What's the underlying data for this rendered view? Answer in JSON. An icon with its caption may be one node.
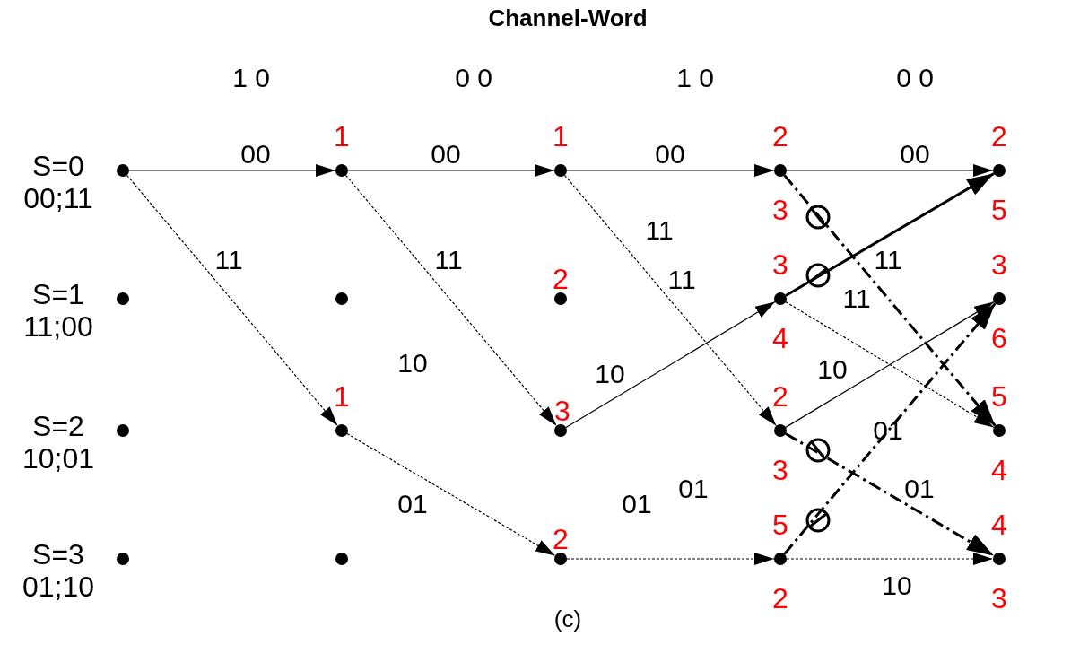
{
  "diagram": {
    "title": "Channel-Word",
    "caption": "(c)",
    "nodes": [
      {
        "text": [],
        "shape": "circle",
        "beside": [
          "S=0",
          "00;11"
        ]
      },
      {
        "text": [],
        "shape": "circle",
        "beside": [
          "1"
        ]
      },
      {
        "text": [],
        "shape": "circle",
        "beside": [
          "1"
        ]
      },
      {
        "text": [],
        "shape": "circle",
        "beside": [
          "2",
          "3"
        ]
      },
      {
        "text": [],
        "shape": "circle",
        "beside": [
          "2",
          "5"
        ]
      },
      {
        "text": [],
        "shape": "circle",
        "beside": [
          "S=1",
          "11;00"
        ]
      },
      {
        "text": [],
        "shape": "circle"
      },
      {
        "text": [],
        "shape": "circle",
        "beside": [
          "2"
        ]
      },
      {
        "text": [],
        "shape": "circle",
        "beside": [
          "3",
          "4"
        ]
      },
      {
        "text": [],
        "shape": "circle",
        "beside": [
          "3",
          "6"
        ]
      },
      {
        "text": [],
        "shape": "circle",
        "beside": [
          "S=2",
          "10;01"
        ]
      },
      {
        "text": [],
        "shape": "circle",
        "beside": [
          "1"
        ]
      },
      {
        "text": [],
        "shape": "circle",
        "beside": [
          "3"
        ]
      },
      {
        "text": [],
        "shape": "circle",
        "beside": [
          "2",
          "3"
        ]
      },
      {
        "text": [],
        "shape": "circle",
        "beside": [
          "5",
          "4"
        ]
      },
      {
        "text": [],
        "shape": "circle",
        "beside": [
          "S=3",
          "01;10"
        ]
      },
      {
        "text": [],
        "shape": "circle"
      },
      {
        "text": [],
        "shape": "circle",
        "beside": [
          "2"
        ]
      },
      {
        "text": [],
        "shape": "circle",
        "beside": [
          "5",
          "2"
        ]
      },
      {
        "text": [],
        "shape": "circle",
        "beside": [
          "4",
          "3"
        ]
      }
    ],
    "edges": [
      {
        "from": 0,
        "to": 1,
        "arrow": "to",
        "label": "00"
      },
      {
        "from": 0,
        "to": 11,
        "arrow": "to",
        "label": "11",
        "style": "dashed"
      },
      {
        "from": 1,
        "to": 2,
        "arrow": "to",
        "label": "00"
      },
      {
        "from": 1,
        "to": 12,
        "arrow": "to",
        "label": "11",
        "style": "dashed"
      },
      {
        "from": 11,
        "to": 17,
        "arrow": "to",
        "label": "01",
        "style": "dashed"
      },
      {
        "from": 2,
        "to": 3,
        "arrow": "to",
        "label": "00"
      },
      {
        "from": 2,
        "to": 13,
        "arrow": "to",
        "label": "11",
        "style": "dashed"
      },
      {
        "from": 12,
        "to": 8,
        "arrow": "to",
        "label": "10"
      },
      {
        "from": 17,
        "to": 18,
        "arrow": "to",
        "style": "dashed"
      },
      {
        "from": 3,
        "to": 4,
        "arrow": "to",
        "label": "00"
      },
      {
        "from": 3,
        "to": 14,
        "arrow": "to",
        "label": "11",
        "style": "dashed"
      },
      {
        "from": 8,
        "to": 4,
        "arrow": "to",
        "label": "11",
        "style": "thick"
      },
      {
        "from": 8,
        "to": 14,
        "arrow": "to",
        "style": "dashed"
      },
      {
        "from": 13,
        "to": 9,
        "arrow": "to",
        "label": "10"
      },
      {
        "from": 18,
        "to": 9,
        "arrow": "to",
        "label": "01",
        "style": "dashed"
      },
      {
        "from": 13,
        "to": 19,
        "arrow": "to",
        "label": "01",
        "style": "dashed"
      },
      {
        "from": 18,
        "to": 19,
        "arrow": "to",
        "label": "10",
        "style": "dashed"
      }
    ],
    "labels": [
      "1 0",
      "0 0",
      "1 0",
      "0 0",
      "10",
      "11",
      "01",
      "01"
    ]
  }
}
